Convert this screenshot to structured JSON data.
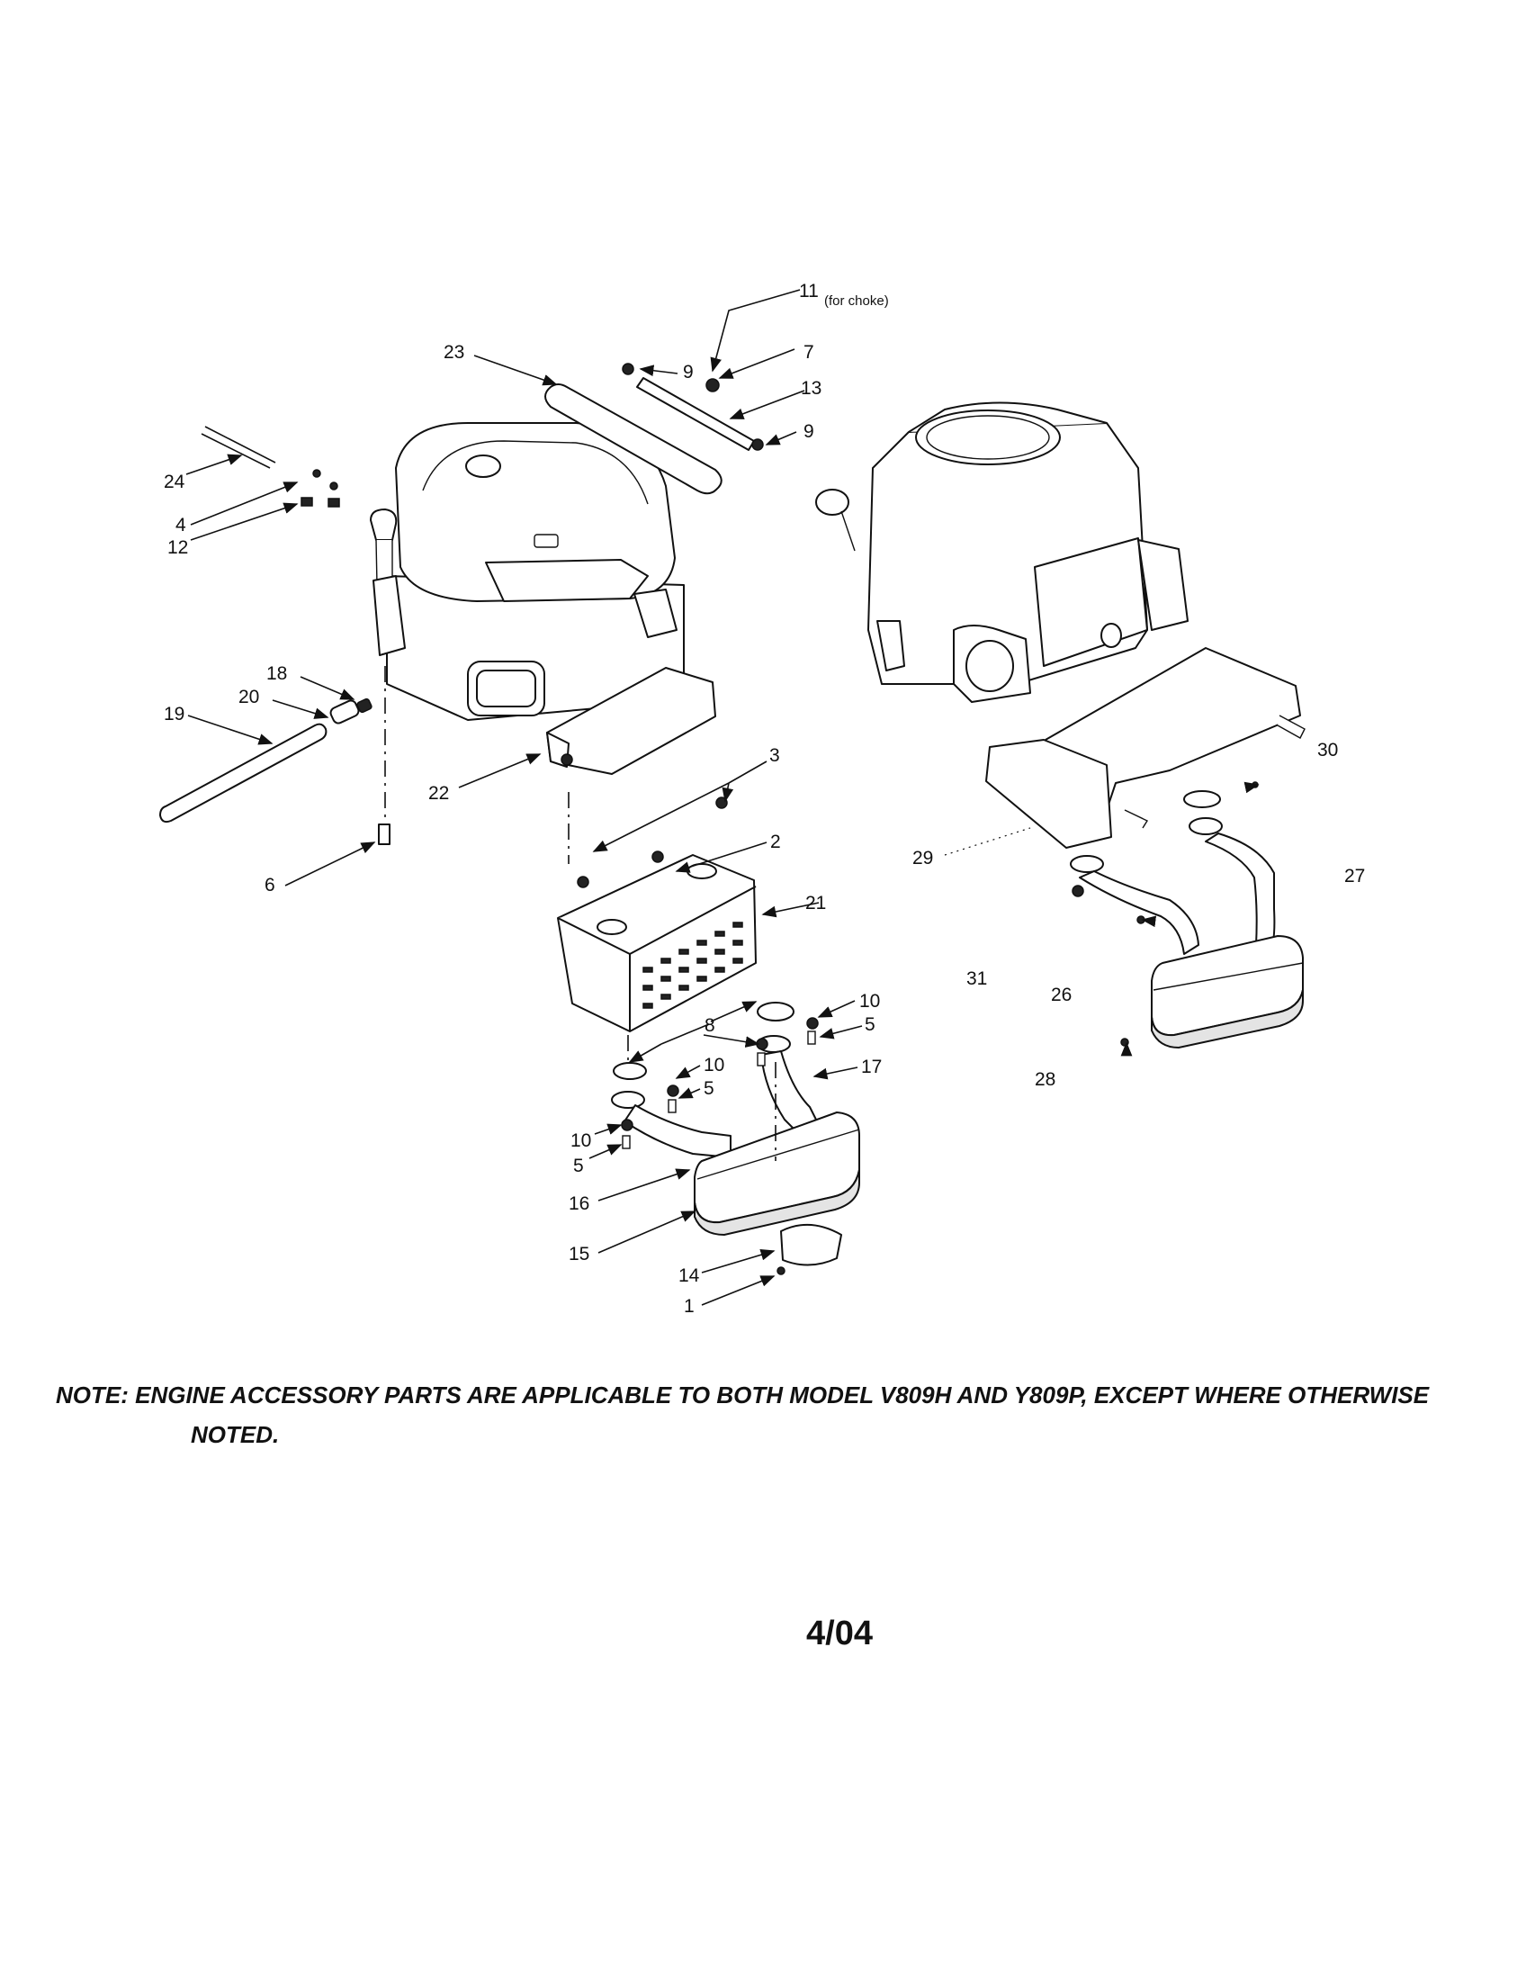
{
  "labels": {
    "p23": "23",
    "p9a": "9",
    "p11": "11",
    "p11_note": "(for choke)",
    "p7": "7",
    "p13": "13",
    "p9b": "9",
    "p24": "24",
    "p4": "4",
    "p12": "12",
    "p18": "18",
    "p20": "20",
    "p19": "19",
    "p22": "22",
    "p6": "6",
    "p3": "3",
    "p2": "2",
    "p21": "21",
    "p8": "8",
    "p10a": "10",
    "p5a": "5",
    "p10b": "10",
    "p5b": "5",
    "p17": "17",
    "p10c": "10",
    "p5c": "5",
    "p16": "16",
    "p15": "15",
    "p14": "14",
    "p1": "1",
    "p30": "30",
    "p29": "29",
    "p27": "27",
    "p31": "31",
    "p26": "26",
    "p28": "28"
  },
  "note": {
    "line1": "NOTE: ENGINE ACCESSORY PARTS ARE APPLICABLE TO BOTH MODEL V809H AND Y809P, EXCEPT WHERE OTHERWISE",
    "line2": "NOTED."
  },
  "page_number": "4/04"
}
